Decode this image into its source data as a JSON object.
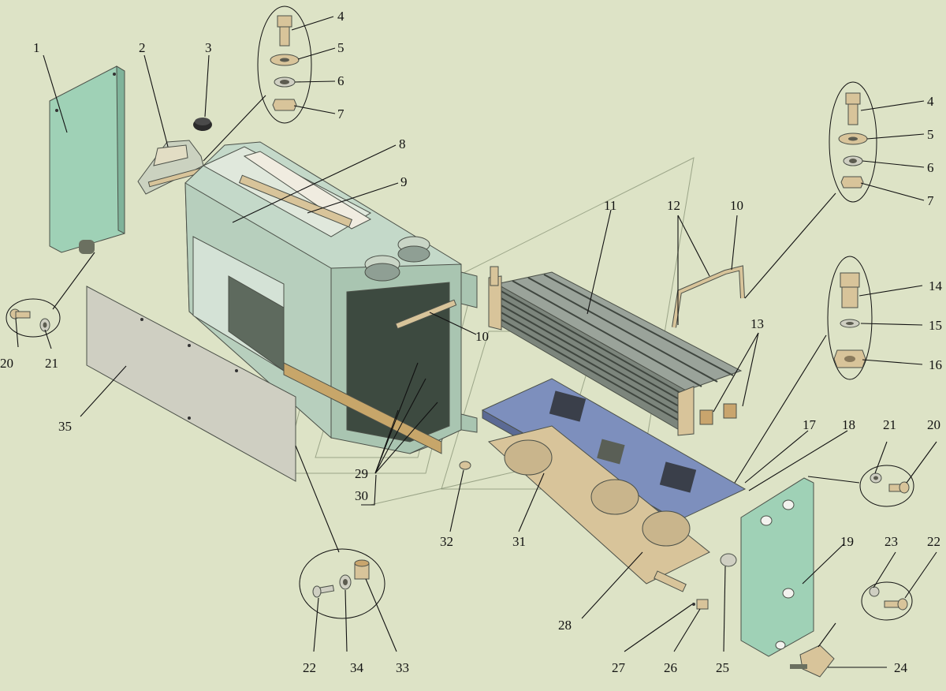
{
  "figure": {
    "colors": {
      "background": "#dde3c6",
      "housing": "#c4d9c9",
      "cover_panel": "#9fd1b6",
      "plate_blue": "#7d8fbd",
      "tan_part": "#d8c49a",
      "radiator": "#8a9088"
    },
    "callouts": [
      {
        "id": "c1",
        "text": "1"
      },
      {
        "id": "c2",
        "text": "2"
      },
      {
        "id": "c3",
        "text": "3"
      },
      {
        "id": "c4a",
        "text": "4"
      },
      {
        "id": "c5a",
        "text": "5"
      },
      {
        "id": "c6a",
        "text": "6"
      },
      {
        "id": "c7a",
        "text": "7"
      },
      {
        "id": "c8",
        "text": "8"
      },
      {
        "id": "c9",
        "text": "9"
      },
      {
        "id": "c4b",
        "text": "4"
      },
      {
        "id": "c5b",
        "text": "5"
      },
      {
        "id": "c6b",
        "text": "6"
      },
      {
        "id": "c7b",
        "text": "7"
      },
      {
        "id": "c11",
        "text": "11"
      },
      {
        "id": "c12",
        "text": "12"
      },
      {
        "id": "c10a",
        "text": "10"
      },
      {
        "id": "c10b",
        "text": "10"
      },
      {
        "id": "c13",
        "text": "13"
      },
      {
        "id": "c14",
        "text": "14"
      },
      {
        "id": "c15",
        "text": "15"
      },
      {
        "id": "c16",
        "text": "16"
      },
      {
        "id": "c20a",
        "text": "20"
      },
      {
        "id": "c21a",
        "text": "21"
      },
      {
        "id": "c35",
        "text": "35"
      },
      {
        "id": "c17",
        "text": "17"
      },
      {
        "id": "c18",
        "text": "18"
      },
      {
        "id": "c21b",
        "text": "21"
      },
      {
        "id": "c20b",
        "text": "20"
      },
      {
        "id": "c29",
        "text": "29"
      },
      {
        "id": "c30",
        "text": "30"
      },
      {
        "id": "c32",
        "text": "32"
      },
      {
        "id": "c31",
        "text": "31"
      },
      {
        "id": "c19",
        "text": "19"
      },
      {
        "id": "c23",
        "text": "23"
      },
      {
        "id": "c22a",
        "text": "22"
      },
      {
        "id": "c28",
        "text": "28"
      },
      {
        "id": "c22b",
        "text": "22"
      },
      {
        "id": "c34",
        "text": "34"
      },
      {
        "id": "c33",
        "text": "33"
      },
      {
        "id": "c27",
        "text": "27"
      },
      {
        "id": "c26",
        "text": "26"
      },
      {
        "id": "c25",
        "text": "25"
      },
      {
        "id": "c24",
        "text": "24"
      }
    ]
  }
}
